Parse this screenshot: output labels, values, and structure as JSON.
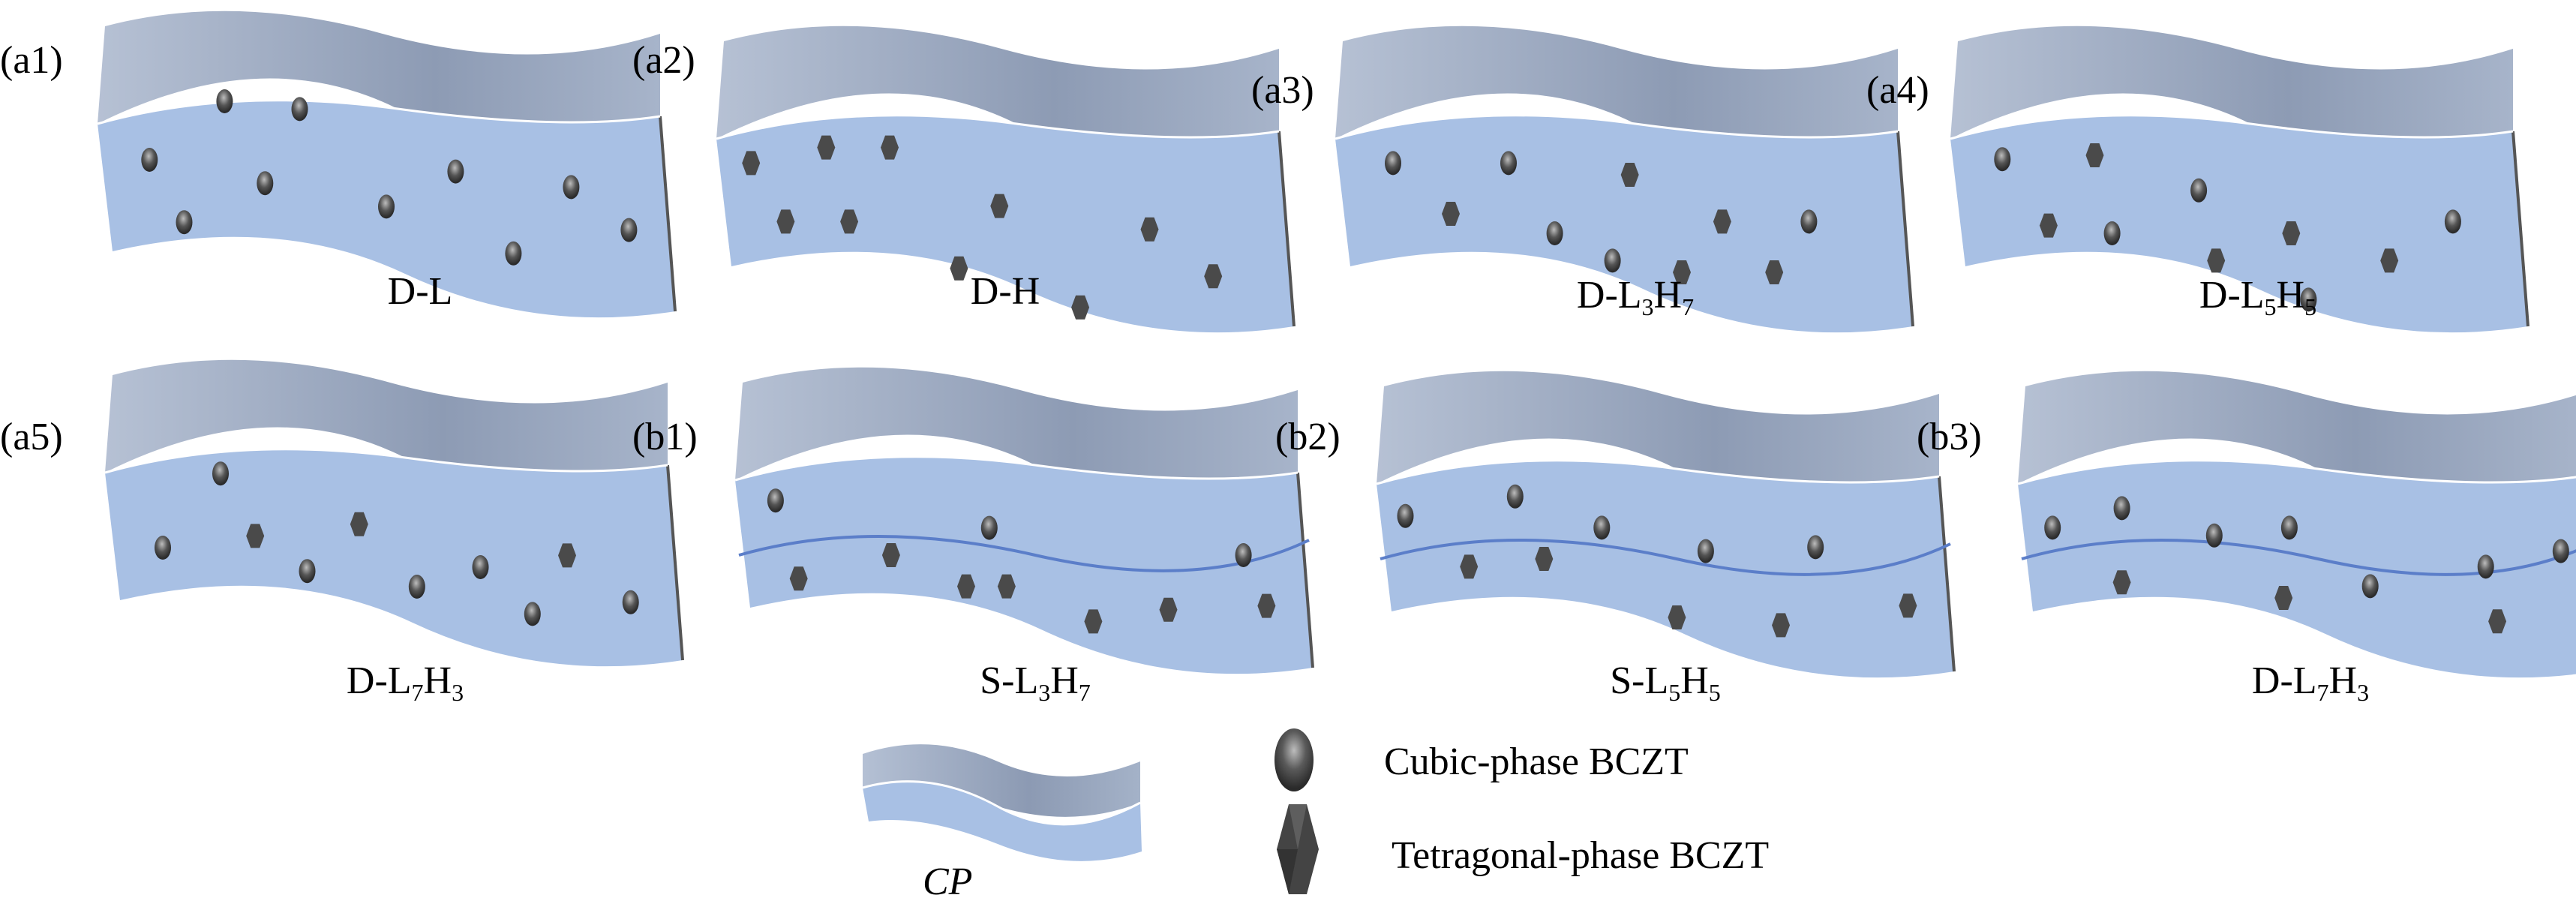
{
  "figure": {
    "panels": [
      {
        "tag": "(a1)",
        "name": "D-L",
        "base": "D-L",
        "parts": [],
        "layer_line": false,
        "particles": [
          [
            "c",
            0.09,
            0.4
          ],
          [
            "c",
            0.22,
            0.25
          ],
          [
            "c",
            0.15,
            0.56
          ],
          [
            "c",
            0.35,
            0.27
          ],
          [
            "c",
            0.29,
            0.46
          ],
          [
            "c",
            0.5,
            0.52
          ],
          [
            "c",
            0.62,
            0.43
          ],
          [
            "c",
            0.72,
            0.64
          ],
          [
            "c",
            0.82,
            0.47
          ],
          [
            "c",
            0.92,
            0.58
          ]
        ]
      },
      {
        "tag": "(a2)",
        "name": "D-H",
        "base": "D-H",
        "parts": [],
        "layer_line": false,
        "particles": [
          [
            "t",
            0.06,
            0.37
          ],
          [
            "t",
            0.19,
            0.33
          ],
          [
            "t",
            0.3,
            0.33
          ],
          [
            "t",
            0.12,
            0.52
          ],
          [
            "t",
            0.23,
            0.52
          ],
          [
            "t",
            0.42,
            0.64
          ],
          [
            "t",
            0.49,
            0.48
          ],
          [
            "t",
            0.63,
            0.74
          ],
          [
            "t",
            0.75,
            0.54
          ],
          [
            "t",
            0.86,
            0.66
          ]
        ]
      },
      {
        "tag": "(a3)",
        "name": "D-L3H7",
        "base": "D-L",
        "parts": [
          [
            "3",
            "H"
          ],
          [
            "7",
            ""
          ]
        ],
        "layer_line": false,
        "particles": [
          [
            "c",
            0.1,
            0.37
          ],
          [
            "c",
            0.3,
            0.37
          ],
          [
            "t",
            0.2,
            0.5
          ],
          [
            "c",
            0.38,
            0.55
          ],
          [
            "t",
            0.51,
            0.4
          ],
          [
            "c",
            0.48,
            0.62
          ],
          [
            "t",
            0.6,
            0.65
          ],
          [
            "t",
            0.67,
            0.52
          ],
          [
            "c",
            0.82,
            0.52
          ],
          [
            "t",
            0.76,
            0.65
          ]
        ]
      },
      {
        "tag": "(a4)",
        "name": "D-L5H5",
        "base": "D-L",
        "parts": [
          [
            "5",
            "H"
          ],
          [
            "5",
            ""
          ]
        ],
        "layer_line": false,
        "particles": [
          [
            "c",
            0.09,
            0.36
          ],
          [
            "t",
            0.25,
            0.35
          ],
          [
            "t",
            0.17,
            0.53
          ],
          [
            "c",
            0.28,
            0.55
          ],
          [
            "c",
            0.43,
            0.44
          ],
          [
            "t",
            0.46,
            0.62
          ],
          [
            "t",
            0.59,
            0.55
          ],
          [
            "c",
            0.62,
            0.72
          ],
          [
            "t",
            0.76,
            0.62
          ],
          [
            "c",
            0.87,
            0.52
          ]
        ]
      },
      {
        "tag": "(a5)",
        "name": "D-L7H3",
        "base": "D-L",
        "parts": [
          [
            "7",
            "H"
          ],
          [
            "3",
            ""
          ]
        ],
        "layer_line": false,
        "particles": [
          [
            "c",
            0.1,
            0.5
          ],
          [
            "c",
            0.2,
            0.31
          ],
          [
            "t",
            0.26,
            0.47
          ],
          [
            "c",
            0.35,
            0.56
          ],
          [
            "t",
            0.44,
            0.44
          ],
          [
            "c",
            0.54,
            0.6
          ],
          [
            "c",
            0.65,
            0.55
          ],
          [
            "c",
            0.74,
            0.67
          ],
          [
            "t",
            0.8,
            0.52
          ],
          [
            "c",
            0.91,
            0.64
          ]
        ]
      },
      {
        "tag": "(b1)",
        "name": "S-L3H7",
        "base": "S-L",
        "parts": [
          [
            "3",
            "H"
          ],
          [
            "7",
            ""
          ]
        ],
        "layer_line": true,
        "particles": [
          [
            "c",
            0.07,
            0.36
          ],
          [
            "c",
            0.44,
            0.43
          ],
          [
            "c",
            0.88,
            0.5
          ],
          [
            "t",
            0.11,
            0.56
          ],
          [
            "t",
            0.27,
            0.5
          ],
          [
            "t",
            0.4,
            0.58
          ],
          [
            "t",
            0.47,
            0.58
          ],
          [
            "t",
            0.62,
            0.67
          ],
          [
            "t",
            0.75,
            0.64
          ],
          [
            "t",
            0.92,
            0.63
          ]
        ]
      },
      {
        "tag": "(b2)",
        "name": "S-L5H5",
        "base": "S-L",
        "parts": [
          [
            "5",
            "H"
          ],
          [
            "5",
            ""
          ]
        ],
        "layer_line": true,
        "particles": [
          [
            "c",
            0.05,
            0.39
          ],
          [
            "c",
            0.24,
            0.34
          ],
          [
            "c",
            0.39,
            0.42
          ],
          [
            "c",
            0.57,
            0.48
          ],
          [
            "c",
            0.76,
            0.47
          ],
          [
            "t",
            0.16,
            0.52
          ],
          [
            "t",
            0.29,
            0.5
          ],
          [
            "t",
            0.52,
            0.65
          ],
          [
            "t",
            0.7,
            0.67
          ],
          [
            "t",
            0.92,
            0.62
          ]
        ]
      },
      {
        "tag": "(b3)",
        "name": "D-L7H3",
        "base": "D-L",
        "parts": [
          [
            "7",
            "H"
          ],
          [
            "3",
            ""
          ]
        ],
        "layer_line": true,
        "particles": [
          [
            "c",
            0.06,
            0.42
          ],
          [
            "c",
            0.18,
            0.37
          ],
          [
            "c",
            0.34,
            0.44
          ],
          [
            "c",
            0.47,
            0.42
          ],
          [
            "c",
            0.61,
            0.57
          ],
          [
            "c",
            0.81,
            0.52
          ],
          [
            "c",
            0.94,
            0.48
          ],
          [
            "t",
            0.18,
            0.56
          ],
          [
            "t",
            0.46,
            0.6
          ],
          [
            "t",
            0.83,
            0.66
          ]
        ]
      }
    ]
  },
  "legend": {
    "cp_label": "CP",
    "cubic_label": "Cubic-phase BCZT",
    "tetragonal_label": "Tetragonal-phase BCZT",
    "cubic_icon": "sphere-icon",
    "tetragonal_icon": "hexagon-icon"
  },
  "colors": {
    "top_surface": "#9aa8c0",
    "front_face": "#a8c0e4",
    "particle": "#4a4a4a",
    "layer_line": "#5b7ec9"
  }
}
